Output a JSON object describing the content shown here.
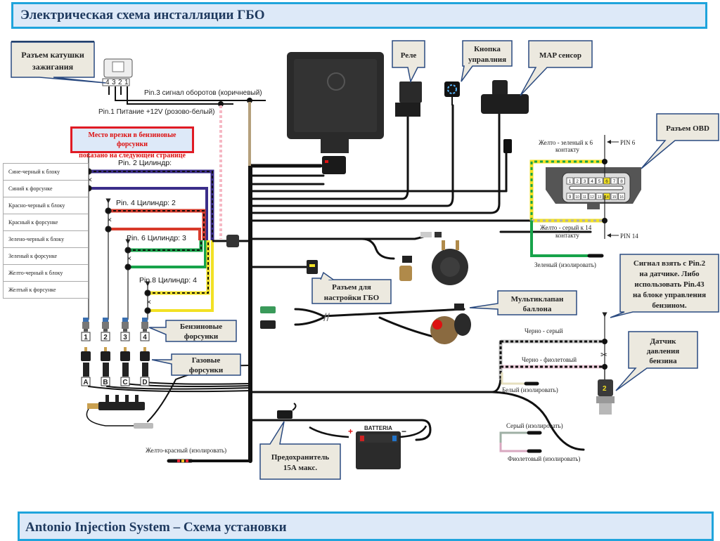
{
  "header": {
    "title": "Электрическая схема инсталляции ГБО"
  },
  "footer": {
    "title": "Antonio Injection System – Схема установки"
  },
  "callouts": {
    "ignition_coil": "Разъем катушки зажигания",
    "ignition_coil_l1": "Разъем катушки",
    "ignition_coil_l2": "зажигания",
    "relay": "Реле",
    "button_l1": "Кнопка",
    "button_l2": "управлния",
    "map_sensor": "MAP сенсор",
    "obd": "Разъем OBD",
    "signal_l1": "Сигнал взять с Pin.2",
    "signal_l2": "на датчике. Либо",
    "signal_l3": "использовать Pin.43",
    "signal_l4": "на блоке управления",
    "signal_l5": "бензином.",
    "fuel_sensor_l1": "Датчик",
    "fuel_sensor_l2": "давления",
    "fuel_sensor_l3": "бензина",
    "tuning_l1": "Разъем для",
    "tuning_l2": "настройки ГБО",
    "multivalve_l1": "Мультиклапан",
    "multivalve_l2": "баллона",
    "petrol_inj_l1": "Бензиновые",
    "petrol_inj_l2": "форсунки",
    "gas_inj_l1": "Газовые",
    "gas_inj_l2": "форсунки",
    "fuse_l1": "Предохранитель",
    "fuse_l2": "15А макс."
  },
  "warning": {
    "line1": "Место врезки в бензиновые форсунки",
    "line2": "показано на следующей странице"
  },
  "coil_pins": [
    "4",
    "3",
    "2",
    "1"
  ],
  "wire_labels": {
    "pin3": "Pin.3 сигнал оборотов (коричневый)",
    "pin1": "Pin.1 Питание +12V (розово-белый)",
    "cyl1": "Pin. 2 Цилиндр:",
    "cyl2": "Pin. 4 Цилиндр: 2",
    "cyl3": "Pin. 6 Цилиндр: 3",
    "cyl4": "Pin.8 Цилиндр: 4",
    "obd_pin6_l1": "Желто - зеленый к 6",
    "obd_pin6_l2": "контакту",
    "obd_pin14_l1": "Желто - серый к 14",
    "obd_pin14_l2": "контакту",
    "pin6": "PIN 6",
    "pin14": "PIN 14",
    "green_insulate": "Зеленый (изолировать)",
    "black_gray": "Черно - серый",
    "black_violet": "Черно - фиолетовый",
    "white_insulate": "Белый (изолировать)",
    "gray_insulate": "Серый (изолировать)",
    "violet_insulate": "Фиолетовый (изолировать)",
    "yellow_red": "Желто-красный (изолировать)"
  },
  "wire_table": [
    "Сине-черный к блоку",
    "Синий к форсунке",
    "Красно-черный к блоку",
    "Красный к форсунке",
    "Зелено-черный к блоку",
    "Зеленый к форсунке",
    "Желто-черный к блоку",
    "Желтый к форсунке"
  ],
  "petrol_injectors": [
    "1",
    "2",
    "3",
    "4"
  ],
  "gas_injectors": [
    "A",
    "B",
    "C",
    "D"
  ],
  "obd_pins_top": [
    "1",
    "2",
    "3",
    "4",
    "5",
    "6",
    "7",
    "8"
  ],
  "obd_pins_bottom": [
    "9",
    "10",
    "11",
    "12",
    "13",
    "14",
    "15",
    "16"
  ],
  "obd_highlight": [
    "6",
    "14"
  ],
  "battery": {
    "label": "BATTERIA",
    "plus": "+",
    "minus": "−"
  },
  "fuel_sensor_number": "2",
  "colors": {
    "title_border": "#1fa4dc",
    "title_bg": "#dde9f8",
    "callout_bg": "#ece9df",
    "callout_border": "#2a4a80",
    "blue_wire": "#3b2d8a",
    "red_wire": "#d83a2a",
    "green_wire": "#17a34a",
    "yellow_wire": "#f2e124",
    "pink_wire": "#f5b8c4",
    "brown_wire": "#b5a07c"
  }
}
